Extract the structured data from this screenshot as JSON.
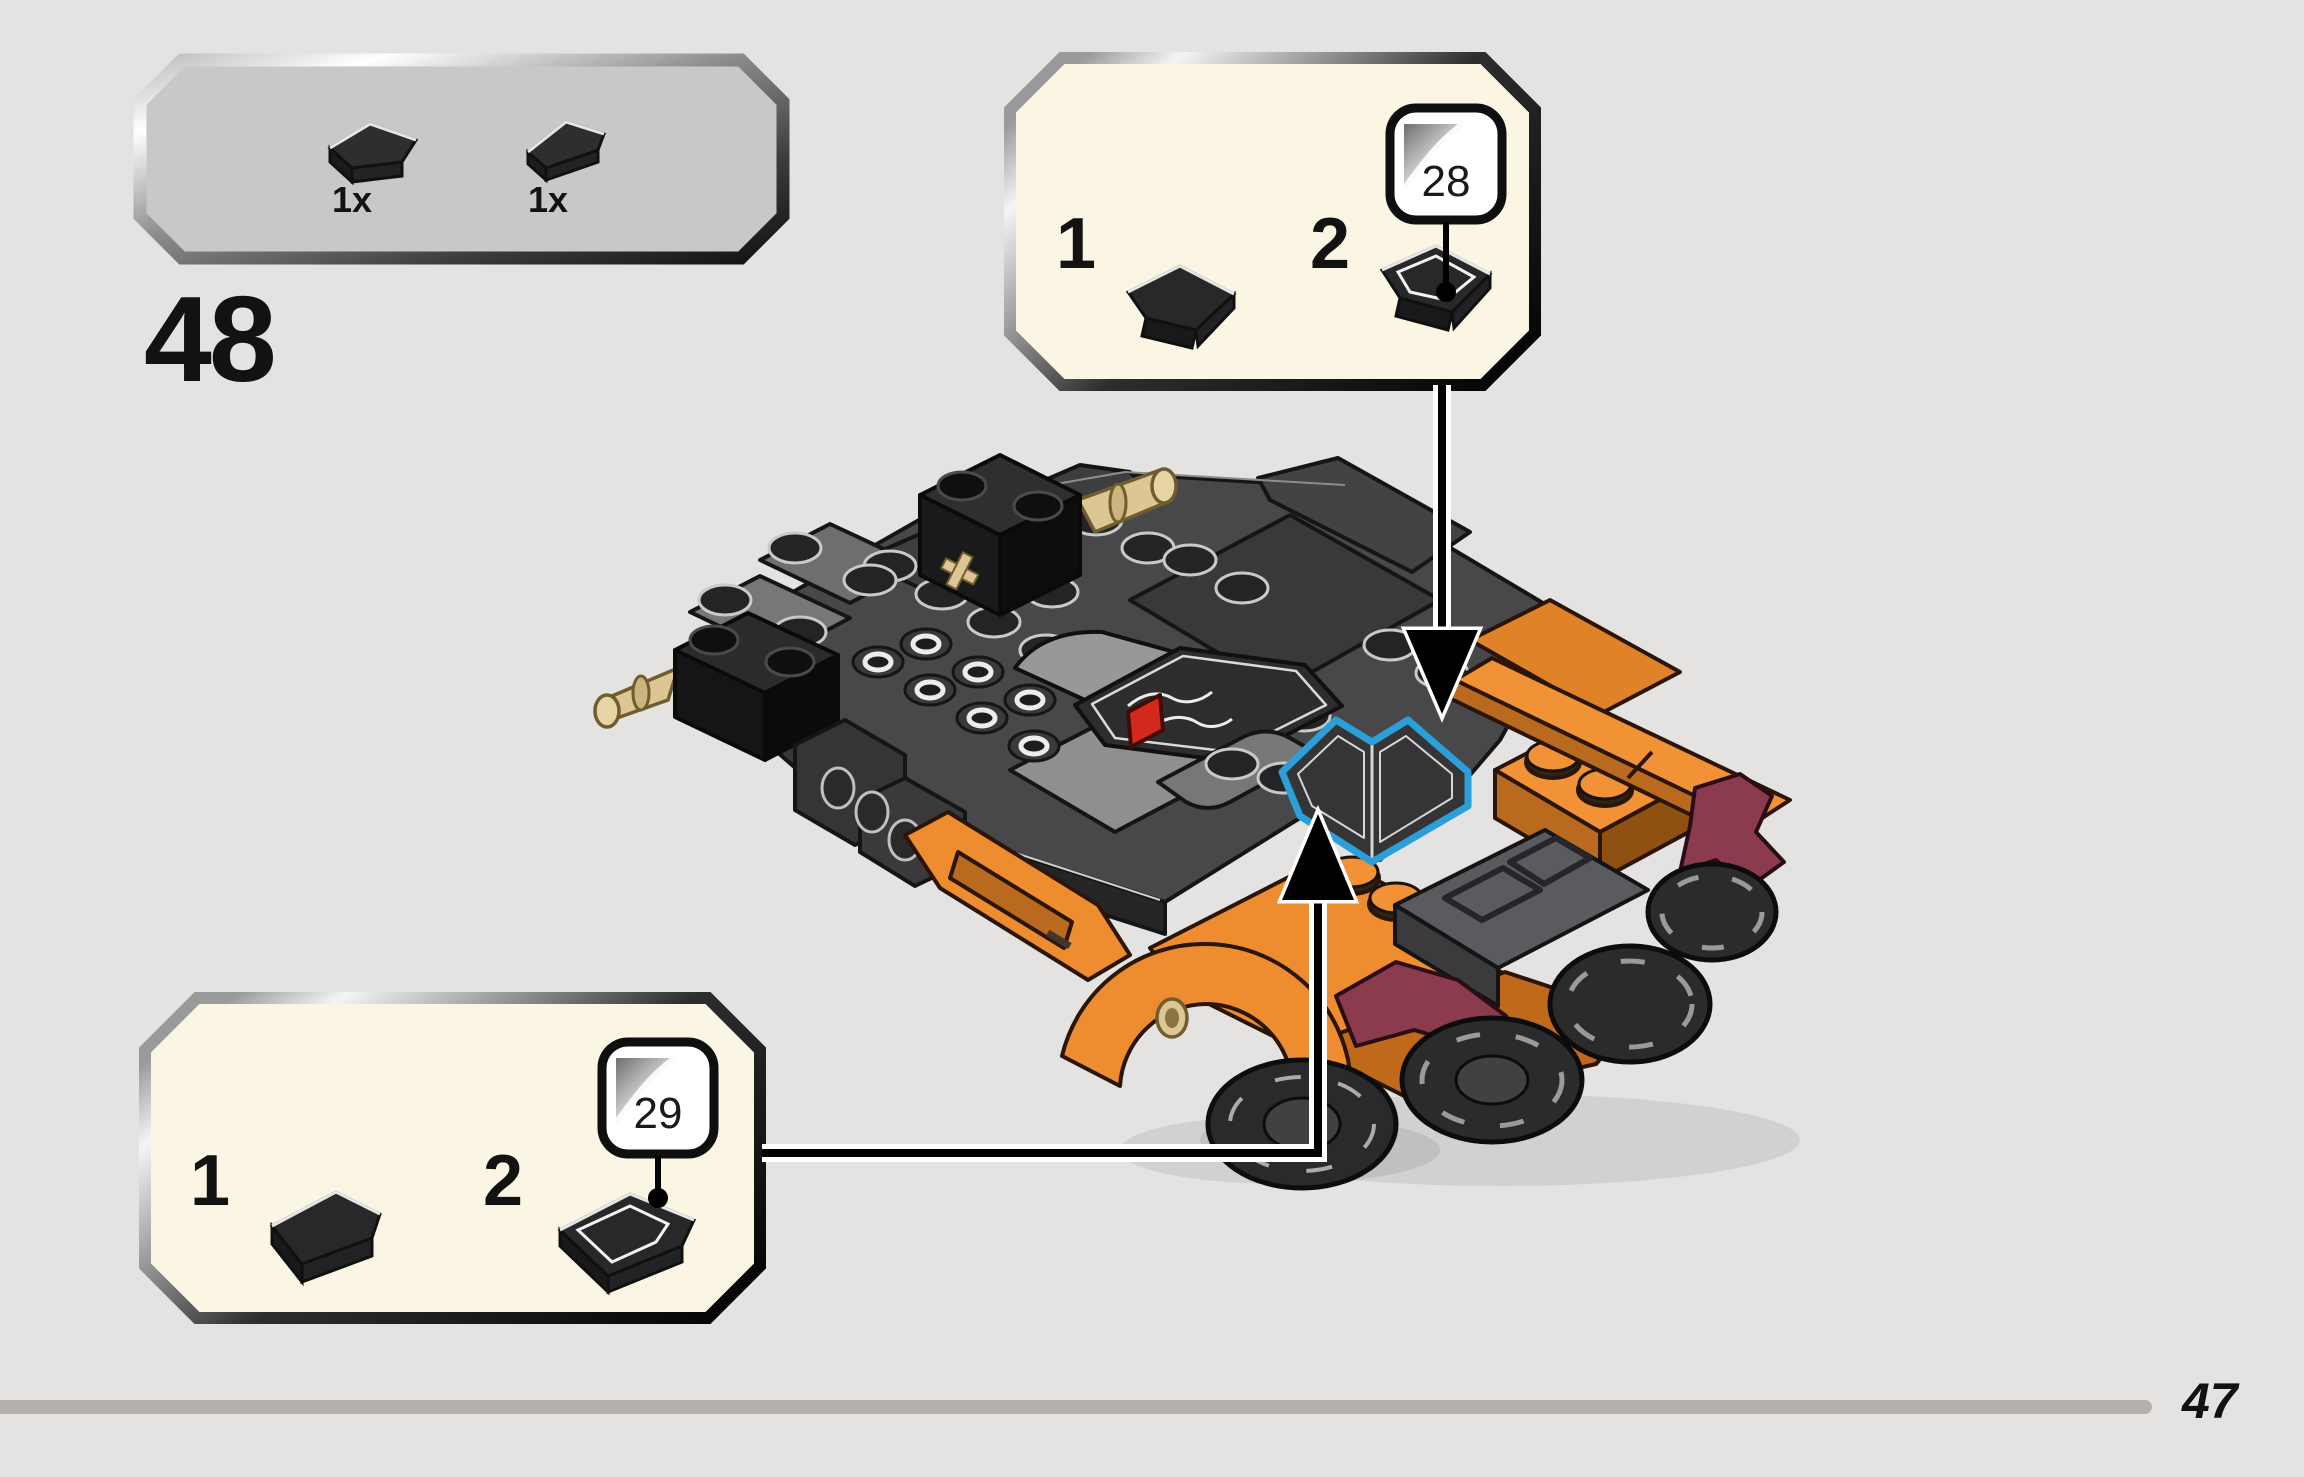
{
  "step": {
    "number": "48"
  },
  "page": {
    "number": "47"
  },
  "parts_box": {
    "parts": [
      {
        "qty": "1x",
        "icon": "dark-wedge-tile-icon"
      },
      {
        "qty": "1x",
        "icon": "dark-wedge-plate-icon"
      }
    ]
  },
  "callout_top": {
    "substeps": [
      {
        "label": "1"
      },
      {
        "label": "2"
      }
    ],
    "sticker": {
      "number": "28",
      "icon": "sticker-page-curl-icon"
    }
  },
  "callout_bottom": {
    "substeps": [
      {
        "label": "1"
      },
      {
        "label": "2"
      }
    ],
    "sticker": {
      "number": "29",
      "icon": "sticker-page-curl-icon"
    }
  },
  "colors": {
    "highlight_blue": "#2B9FD8",
    "body_orange": "#ED8D2F",
    "accent_maroon": "#8C3B4F",
    "callout_cream": "#FBF6E3",
    "background": "#E4E3E1"
  }
}
